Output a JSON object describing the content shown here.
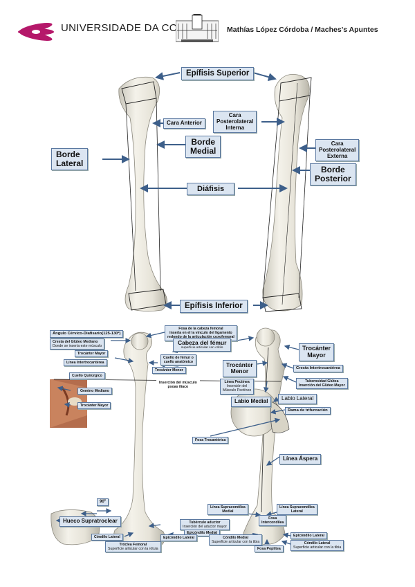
{
  "header": {
    "university": "UNIVERSIDADE DA CORUÑA",
    "author": "Mathías López Córdoba / Maches's Apuntes"
  },
  "top_figure": {
    "epifisis_superior": "Epífisis Superior",
    "cara_anterior": "Cara Anterior",
    "cara_posterolateral_interna": "Cara\nPosterolateral\nInterna",
    "borde_medial": "Borde\nMedial",
    "borde_lateral": "Borde\nLateral",
    "cara_posterolateral_externa": "Cara\nPosterolateral\nExterna",
    "borde_posterior": "Borde\nPosterior",
    "diafisis": "Diáfisis",
    "epifisis_inferior": "Epífisis Inferior"
  },
  "bottom_figure": {
    "angulo": "Ángulo Cérvico-Diafisario(125-130º)",
    "cresta_gluteo": "Cresta del Glúteo Mediano",
    "cresta_gluteo_sub": "Donde se inserta este músculo",
    "trocanter_mayor_small": "Trocánter Mayor",
    "linea_intertrocanterea": "Línea Intertrocantérea",
    "cuello_quirurgico": "Cuello Quirúrgico",
    "inset_label_1": "Gemino Mediano",
    "inset_label_2": "Trocánter Mayor",
    "fosa_cabeza": "Fosa de la cabeza femoral\ninserta en el la vinculo del ligamento\nredondo de la articulación coxofemoral",
    "cabeza_femur": "Cabeza del fémur",
    "cabeza_femur_sub": "superficie articular con cótilo",
    "cuello_anatomico": "Cuello de fémur o\ncuello anatómico",
    "trocanter_menor_small": "Trocánter Menor",
    "insercion_iliopsoas": "Inserción del músculo\npsoas ilíaco",
    "fosa_trocanterica": "Fosa Trocantérica",
    "trocanter_mayor_big": "Trocánter\nMayor",
    "cresta_intertrocanterea": "Cresta Intertrocantérea",
    "trocanter_menor_big": "Trocánter\nMenor",
    "tuberosidad_glutea": "Tuberosidad Glútea\nInserción del Glúteo Mayor",
    "linea_pectinea": "Línea Pectínea",
    "linea_pectinea_sub": "Inserción del\nMúsculo Pectíneo",
    "labio_medial": "Labio Medial",
    "labio_lateral": "Labio Lateral",
    "rama_trifurcacion": "Rama de trifurcación",
    "linea_aspera": "Línea Áspera",
    "angulo_90": "90º",
    "hueco_supratroclear": "Hueco Supratroclear",
    "condilo_lateral_front": "Cóndilo Lateral",
    "troclea_femoral": "Tróclea Femoral",
    "troclea_sub": "Superficie articular con la rótula",
    "tuberculo_aductor": "Tubérculo aductor",
    "tuberculo_sub": "Inserción del aductor mayor",
    "epicondilo_medial_front": "Epicóndilo Medial",
    "epicondilo_lateral_front": "Epicóndilo Lateral",
    "linea_supracondilea_medial": "Línea Supracondílea\nMedial",
    "linea_supracondilea_lateral": "Línea Supracondílea\nLateral",
    "fosa_intercondilea": "Fosa\nIntercondílea",
    "condilo_medial": "Cóndilo Medial",
    "condilo_medial_sub": "Superficie articular con la tibia",
    "fosa_poplitea": "Fosa Poplítea",
    "epicondilo_lateral": "Epicóndilo Lateral",
    "condilo_lateral": "Cóndilo Lateral",
    "condilo_lateral_sub": "Superficie articular con la tibia"
  }
}
